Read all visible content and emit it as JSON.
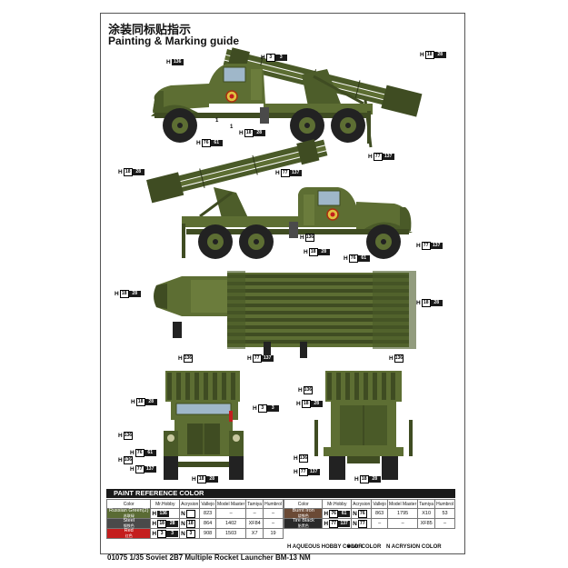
{
  "header": {
    "title_cn": "涂装同标贴指示",
    "title_en": "Painting & Marking guide"
  },
  "callouts": {
    "side1": [
      {
        "prefix": "H",
        "num": "136"
      },
      {
        "prefix": "H",
        "box": "3",
        "num": "3"
      },
      {
        "prefix": "H",
        "box": "18",
        "num": "28"
      },
      {
        "prefix": "H",
        "box": "76",
        "num": "61"
      },
      {
        "prefix": "H",
        "box": "18",
        "num": "28"
      },
      {
        "num": "1"
      },
      {
        "num": "1"
      }
    ],
    "side2": [
      {
        "prefix": "H",
        "box": "18",
        "num": "28"
      },
      {
        "prefix": "H",
        "box": "77",
        "num": "137"
      },
      {
        "prefix": "H",
        "box": "77",
        "num": "137"
      },
      {
        "prefix": "H",
        "box": "136"
      },
      {
        "prefix": "H",
        "box": "18",
        "num": "28"
      },
      {
        "prefix": "H",
        "box": "76",
        "num": "61"
      },
      {
        "prefix": "H",
        "box": "77",
        "num": "137"
      }
    ],
    "top": [
      {
        "prefix": "H",
        "box": "18",
        "num": "28"
      },
      {
        "prefix": "H",
        "box": "18",
        "num": "28"
      },
      {
        "prefix": "H",
        "box": "136"
      },
      {
        "prefix": "H",
        "box": "77",
        "num": "137"
      },
      {
        "prefix": "H",
        "box": "136"
      }
    ],
    "front": [
      {
        "prefix": "H",
        "box": "18",
        "num": "28"
      },
      {
        "prefix": "H",
        "box": "3",
        "num": "3"
      },
      {
        "prefix": "H",
        "box": "136"
      },
      {
        "prefix": "H",
        "box": "76",
        "num": "61"
      },
      {
        "prefix": "H",
        "box": "136"
      },
      {
        "prefix": "H",
        "box": "77",
        "num": "137"
      },
      {
        "prefix": "H",
        "box": "18",
        "num": "28"
      }
    ],
    "rear": [
      {
        "prefix": "H",
        "box": "136"
      },
      {
        "prefix": "H",
        "box": "18",
        "num": "28"
      },
      {
        "prefix": "H",
        "box": "136"
      },
      {
        "prefix": "H",
        "box": "77",
        "num": "137"
      },
      {
        "prefix": "H",
        "box": "18",
        "num": "28"
      }
    ]
  },
  "paint_reference": {
    "title": "PAINT  REFERENCE COLOR",
    "headers": [
      "Color",
      "Mr.Hobby",
      "Acrysion",
      "Vallejo",
      "Model Master",
      "Tamiya",
      "Humbrol"
    ],
    "left_rows": [
      {
        "name": "Russian Green(2)",
        "cn": "苏联绿",
        "swatch": "#5a6b34",
        "hobby_p": "H",
        "hobby_n": "136",
        "acry_p": "N",
        "acry_n": "",
        "vallejo": "823",
        "model_master": "–",
        "tamiya": "–",
        "humbrol": "–"
      },
      {
        "name": "Steel",
        "cn": "钢铁色",
        "swatch": "#4a4a4a",
        "hobby_p": "H",
        "hobby_n": "18",
        "hobby_n2": "28",
        "acry_p": "N",
        "acry_n": "18",
        "vallejo": "864",
        "model_master": "1402",
        "tamiya": "XF84",
        "humbrol": "–"
      },
      {
        "name": "Red",
        "cn": "红色",
        "swatch": "#c41e1e",
        "hobby_p": "H",
        "hobby_n": "3",
        "hobby_n2": "3",
        "acry_p": "N",
        "acry_n": "3",
        "vallejo": "908",
        "model_master": "1503",
        "tamiya": "X7",
        "humbrol": "19"
      }
    ],
    "right_rows": [
      {
        "name": "Burnt Iron",
        "cn": "烧铁色",
        "swatch": "#6b4a35",
        "hobby_p": "H",
        "hobby_n": "76",
        "hobby_n2": "61",
        "acry_p": "N",
        "acry_n": "76",
        "vallejo": "863",
        "model_master": "1795",
        "tamiya": "X10",
        "humbrol": "53"
      },
      {
        "name": "Tire Black",
        "cn": "胎黑色",
        "swatch": "#2a2a2a",
        "hobby_p": "H",
        "hobby_n": "77",
        "hobby_n2": "137",
        "acry_p": "N",
        "acry_n": "77",
        "vallejo": "–",
        "model_master": "–",
        "tamiya": "XF85",
        "humbrol": "–"
      }
    ],
    "legend": [
      {
        "key": "H",
        "text": "AQUEOUS HOBBY COLOR"
      },
      {
        "key": "■",
        "text": "Mr. COLOR"
      },
      {
        "key": "N",
        "text": "ACRYSION COLOR"
      }
    ]
  },
  "footer": {
    "text": "01075  1/35 Soviet 2B7 Multiple Rocket Launcher BM-13 NM"
  },
  "colors": {
    "olive": "#5d6e33",
    "olive_dark": "#3f4c22",
    "olive_light": "#7a8a45",
    "tire": "#222222",
    "red": "#c41e1e"
  }
}
